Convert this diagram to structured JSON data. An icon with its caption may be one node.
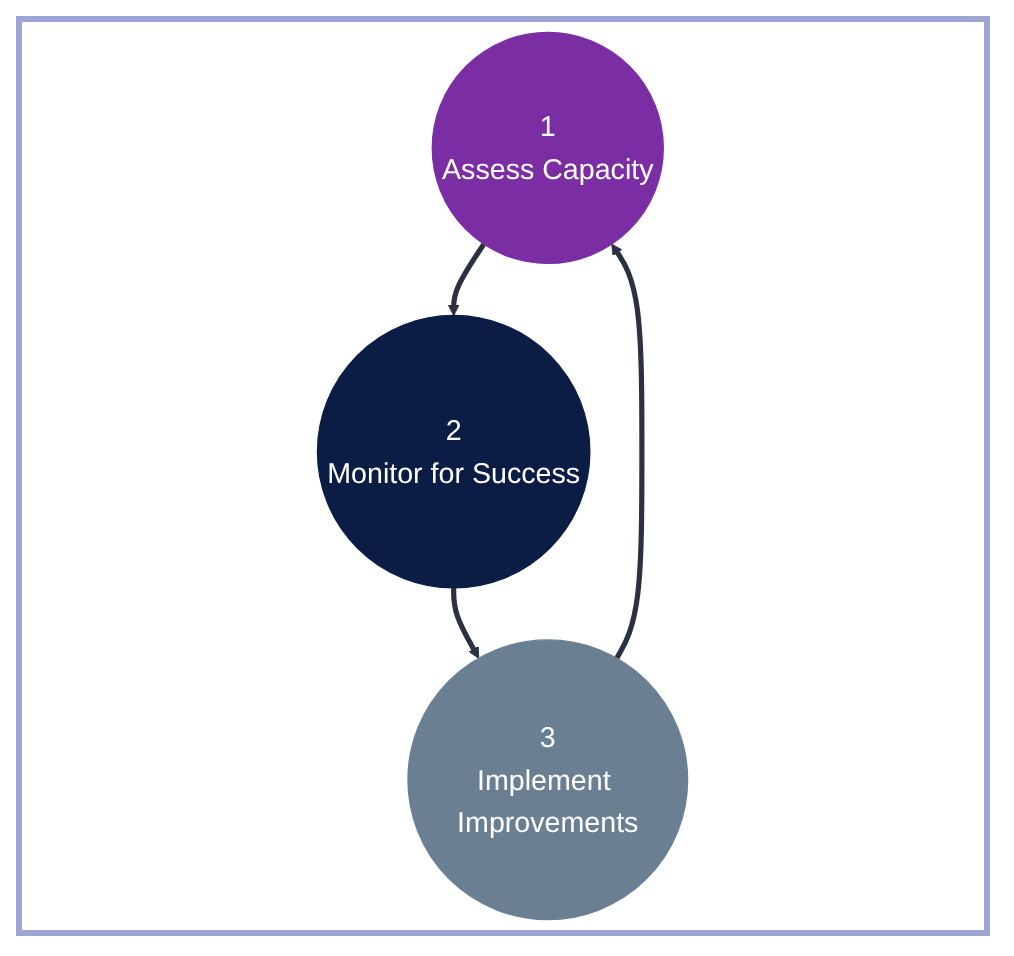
{
  "diagram": {
    "nodes": [
      {
        "text": [
          "1",
          "Assess Capacity"
        ]
      },
      {
        "text": [
          "2",
          "Monitor for Success"
        ]
      },
      {
        "text": [
          "3",
          "Implement Improvements"
        ]
      }
    ],
    "edges": [
      {
        "from": 0,
        "to": 1,
        "arrow": "to"
      },
      {
        "from": 1,
        "to": 2,
        "arrow": "to"
      },
      {
        "from": 2,
        "to": 0,
        "arrow": "to"
      }
    ]
  }
}
